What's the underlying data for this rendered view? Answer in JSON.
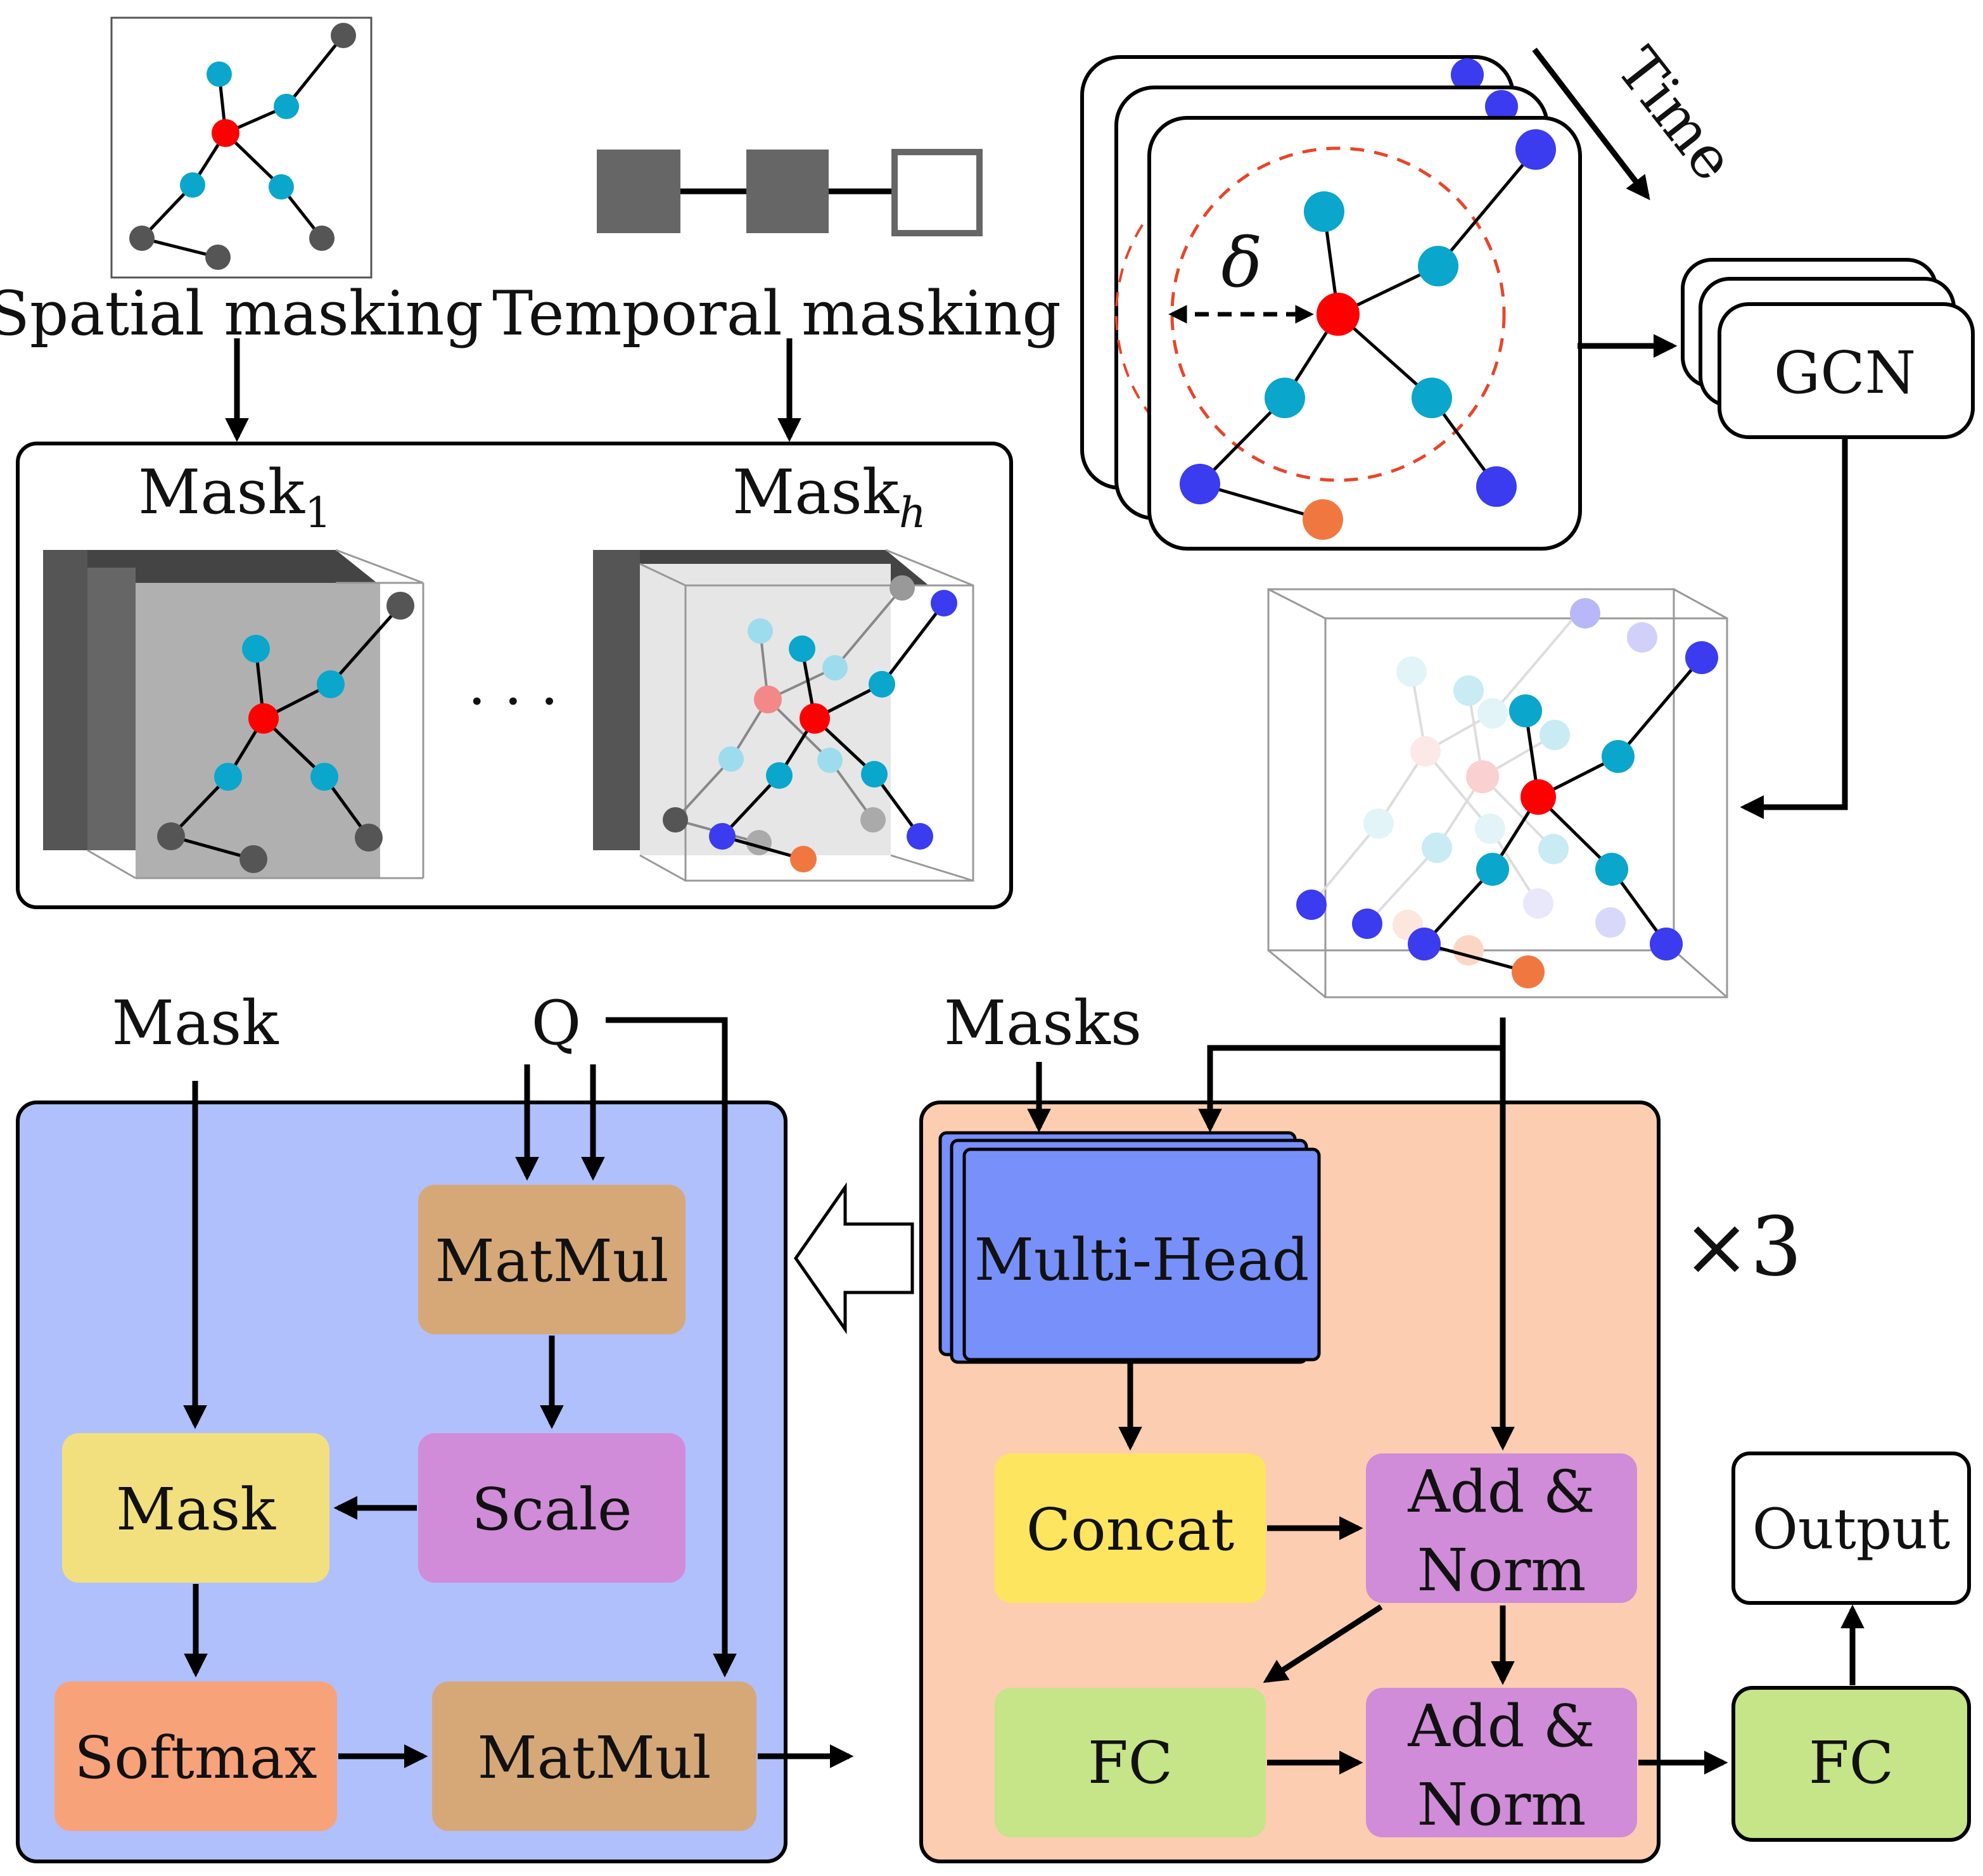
{
  "labels": {
    "spatial_masking": "Spatial masking",
    "temporal_masking": "Temporal masking",
    "mask_1": "Mask",
    "mask_1_sub": "1",
    "mask_h": "Mask",
    "mask_h_sub": "h",
    "ellipsis": "· · ·",
    "time": "Time",
    "delta": "δ",
    "gcn": "GCN",
    "mask_in": "Mask",
    "q_in": "Q",
    "masks_in": "Masks",
    "repeat": "×3"
  },
  "attention_block": {
    "matmul_top": "MatMul",
    "scale": "Scale",
    "mask": "Mask",
    "softmax": "Softmax",
    "matmul_bottom": "MatMul"
  },
  "encoder_block": {
    "multi_head": "Multi-Head",
    "concat": "Concat",
    "add_norm_1_line1": "Add &",
    "add_norm_1_line2": "Norm",
    "fc": "FC",
    "add_norm_2_line1": "Add &",
    "add_norm_2_line2": "Norm"
  },
  "output_block": {
    "fc": "FC",
    "output": "Output"
  },
  "colors": {
    "center_node": "#ff0000",
    "neighbor_node": "#0aa6cc",
    "far_node": "#3b3bf0",
    "inactive_node": "#555555",
    "extra_node": "#f07840",
    "attention_bg": "#afc0fc",
    "encoder_bg": "#fccdb0",
    "matmul": "#d6a878",
    "scale": "#d08cd8",
    "mask_yellow": "#f2e07e",
    "softmax": "#f8a27a",
    "multi_head": "#7890fa",
    "concat": "#fde560",
    "add_norm": "#d08cd8",
    "fc": "#c6e488",
    "dashed_circle": "#e8452a"
  }
}
